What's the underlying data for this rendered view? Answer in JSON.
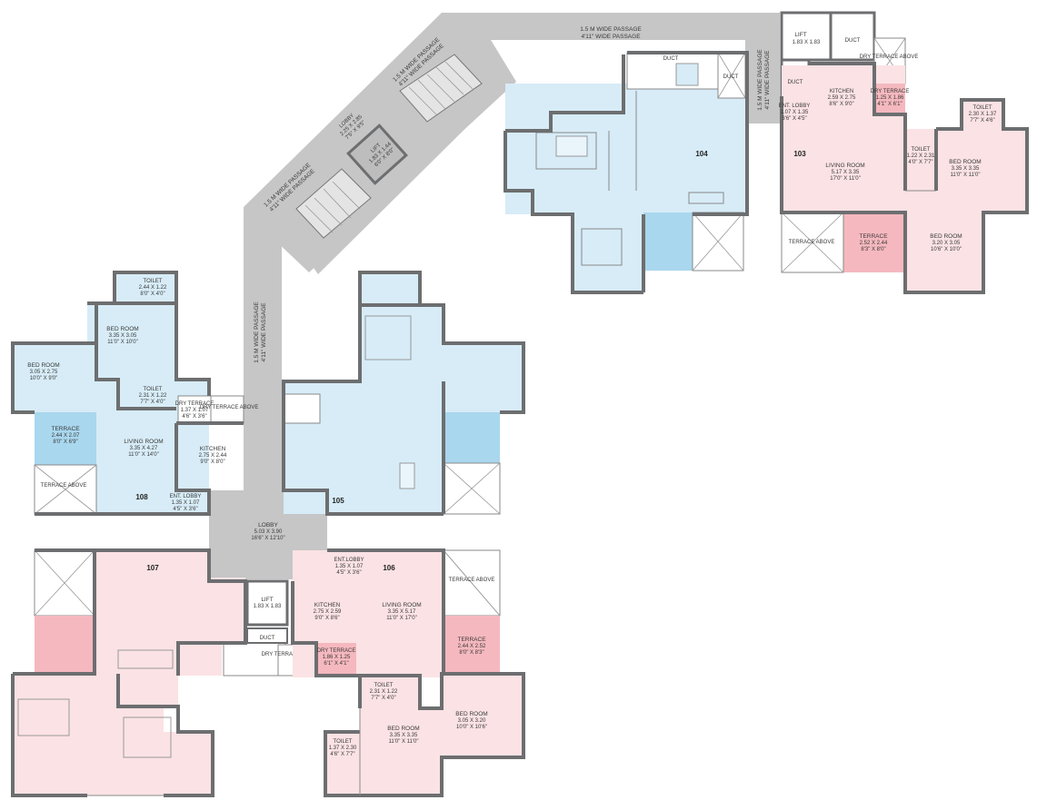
{
  "passages": {
    "top": {
      "metric": "1.5 M WIDE PASSAGE",
      "imperial": "4'11\" WIDE PASSAGE"
    },
    "diag_upper": {
      "metric": "1.5 M WIDE PASSAGE",
      "imperial": "4'11\" WIDE PASSAGE"
    },
    "diag_lower": {
      "metric": "1.5 M WIDE PASSAGE",
      "imperial": "4'11\" WIDE PASSAGE"
    },
    "vertical_left": {
      "metric": "1.5 M WIDE PASSAGE",
      "imperial": "4'11\" WIDE PASSAGE"
    },
    "vertical_right": {
      "metric": "1.5 M WIDE PASSAGE",
      "imperial": "4'11\" WIDE PASSAGE"
    }
  },
  "core": {
    "lobby_top": {
      "name": "LOBBY",
      "metric": "2.25 X 2.85",
      "imperial": "7'5\" X 9'5\""
    },
    "lift_top": {
      "name": "LIFT",
      "metric": "1.83 X 1.44",
      "imperial": "6'0\" X 8'0\""
    },
    "lift_right": {
      "name": "LIFT",
      "metric": "1.83 X 1.83"
    },
    "duct_right_a": "DUCT",
    "duct_right_b": "DUCT",
    "duct_104": "DUCT",
    "duct_104b": "DUCT",
    "lobby_main": {
      "name": "LOBBY",
      "metric": "5.03 X 3.90",
      "imperial": "16'6\" X 12'10\""
    },
    "lift_main": {
      "name": "LIFT",
      "metric": "1.83 X 1.83"
    },
    "duct_main": "DUCT",
    "dry_terrace_above": "DRY\nTERRACE\nABOVE"
  },
  "units": {
    "u103": {
      "number": "103",
      "kitchen": {
        "name": "KITCHEN",
        "metric": "2.59 X 2.75",
        "imperial": "8'6\" X 9'0\""
      },
      "dry_terrace": {
        "name": "DRY TERRACE",
        "metric": "1.25 X 1.86",
        "imperial": "4'1\" X 6'1\""
      },
      "dry_terrace_above": "DRY TERRACE ABOVE",
      "ent_lobby": {
        "name": "ENT. LOBBY",
        "metric": "1.07 X 1.35",
        "imperial": "3'6\" X 4'5\""
      },
      "living": {
        "name": "LIVING ROOM",
        "metric": "5.17 X 3.35",
        "imperial": "17'0\" X 11'0\""
      },
      "toilet_a": {
        "name": "TOILET",
        "metric": "1.22 X 2.31",
        "imperial": "4'0\" X 7'7\""
      },
      "toilet_b": {
        "name": "TOILET",
        "metric": "2.30 X 1.37",
        "imperial": "7'7\" X 4'6\""
      },
      "bed1": {
        "name": "BED ROOM",
        "metric": "3.35 X 3.35",
        "imperial": "11'0\" X 11'0\""
      },
      "bed2": {
        "name": "BED ROOM",
        "metric": "3.20 X 3.05",
        "imperial": "10'6\" X 10'0\""
      },
      "terrace": {
        "name": "TERRACE",
        "metric": "2.52 X 2.44",
        "imperial": "8'3\" X 8'0\""
      },
      "terrace_above": "TERRACE ABOVE"
    },
    "u104": {
      "number": "104"
    },
    "u105": {
      "number": "105"
    },
    "u108": {
      "number": "108",
      "toilet_a": {
        "name": "TOILET",
        "metric": "2.44 X 1.22",
        "imperial": "8'0\" X 4'0\""
      },
      "bed1": {
        "name": "BED ROOM",
        "metric": "3.35 X 3.05",
        "imperial": "11'0\" X 10'0\""
      },
      "bed2": {
        "name": "BED ROOM",
        "metric": "3.05 X 2.75",
        "imperial": "10'0\" X 9'0\""
      },
      "toilet_b": {
        "name": "TOILET",
        "metric": "2.31 X 1.22",
        "imperial": "7'7\" X 4'0\""
      },
      "dry_terrace": {
        "name": "DRY TERRACE",
        "metric": "1.37 X 1.07",
        "imperial": "4'6\" X 3'6\""
      },
      "dry_terrace_above": "DRY TERRACE ABOVE",
      "terrace": {
        "name": "TERRACE",
        "metric": "2.44 X 2.07",
        "imperial": "8'0\" X 6'9\""
      },
      "living": {
        "name": "LIVING ROOM",
        "metric": "3.35 X 4.27",
        "imperial": "11'0\" X 14'0\""
      },
      "kitchen": {
        "name": "KITCHEN",
        "metric": "2.75 X 2.44",
        "imperial": "9'0\" X 8'0\""
      },
      "terrace_above": "TERRACE ABOVE",
      "ent_lobby": {
        "name": "ENT. LOBBY",
        "metric": "1.35 X 1.07",
        "imperial": "4'5\" X 3'6\""
      }
    },
    "u107": {
      "number": "107"
    },
    "u106": {
      "number": "106",
      "ent_lobby": {
        "name": "ENT.LOBBY",
        "metric": "1.35 X 1.07",
        "imperial": "4'5\" X 3'6\""
      },
      "kitchen": {
        "name": "KITCHEN",
        "metric": "2.75 X 2.59",
        "imperial": "9'0\" X 8'6\""
      },
      "living": {
        "name": "LIVING ROOM",
        "metric": "3.35 X 5.17",
        "imperial": "11'0\" X 17'0\""
      },
      "terrace_above": "TERRACE ABOVE",
      "terrace": {
        "name": "TERRACE",
        "metric": "2.44 X 2.52",
        "imperial": "8'0\" X 8'3\""
      },
      "dry_terrace": {
        "name": "DRY TERRACE",
        "metric": "1.86 X 1.25",
        "imperial": "6'1\" X 4'1\""
      },
      "toilet_a": {
        "name": "TOILET",
        "metric": "2.31 X 1.22",
        "imperial": "7'7\" X 4'0\""
      },
      "bed1": {
        "name": "BED ROOM",
        "metric": "3.35 X 3.35",
        "imperial": "11'0\" X 11'0\""
      },
      "bed2": {
        "name": "BED ROOM",
        "metric": "3.05 X 3.20",
        "imperial": "10'0\" X 10'6\""
      },
      "toilet_b": {
        "name": "TOILET",
        "metric": "1.37 X 2.30",
        "imperial": "4'6\" X 7'7\""
      }
    }
  },
  "colors": {
    "blue": "#d7ecf7",
    "pink": "#fbe2e4",
    "blue_terrace": "#a9d7ee",
    "pink_terrace": "#f5b8bf",
    "passage": "#c6c6c6",
    "wall": "#6d6e70"
  }
}
